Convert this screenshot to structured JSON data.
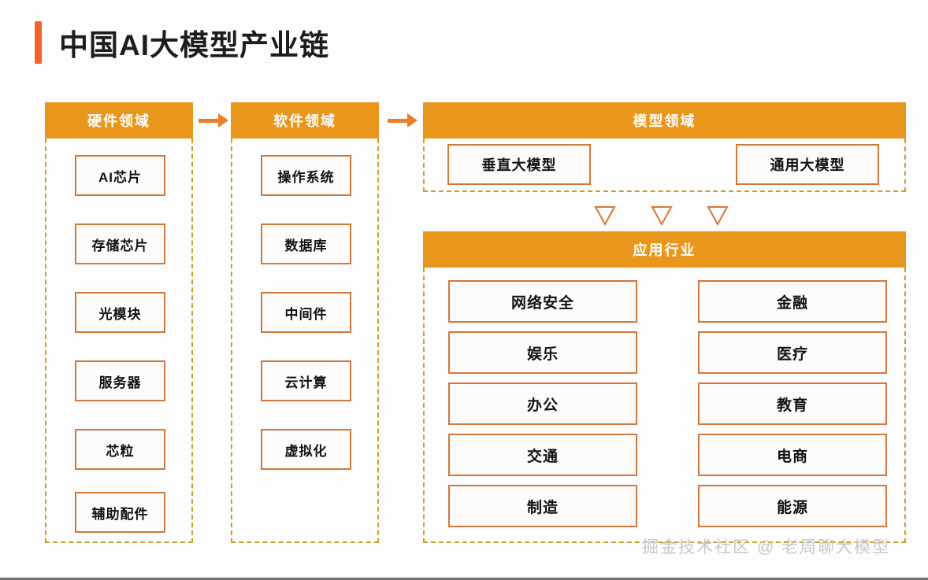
{
  "page": {
    "title": "中国AI大模型产业链",
    "accent_bar_color": "#F4612A",
    "header_fill": "#E8971C",
    "card_border": "#D0793E",
    "dashed_border": "#C9A02C",
    "arrow_color": "#ED7D26",
    "watermark": "掘金技术社区 @ 老周聊大模型"
  },
  "sections": {
    "hardware": {
      "header": "硬件领域",
      "items": [
        {
          "label": "AI芯片"
        },
        {
          "label": "存储芯片"
        },
        {
          "label": "光模块"
        },
        {
          "label": "服务器"
        },
        {
          "label": "芯粒"
        },
        {
          "label": "辅助配件"
        }
      ]
    },
    "software": {
      "header": "软件领域",
      "items": [
        {
          "label": "操作系统"
        },
        {
          "label": "数据库"
        },
        {
          "label": "中间件"
        },
        {
          "label": "云计算"
        },
        {
          "label": "虚拟化"
        }
      ]
    },
    "model": {
      "header": "模型领域",
      "items": [
        {
          "label": "垂直大模型"
        },
        {
          "label": "通用大模型"
        }
      ]
    },
    "application": {
      "header": "应用行业",
      "left_items": [
        {
          "label": "网络安全"
        },
        {
          "label": "娱乐"
        },
        {
          "label": "办公"
        },
        {
          "label": "交通"
        },
        {
          "label": "制造"
        }
      ],
      "right_items": [
        {
          "label": "金融"
        },
        {
          "label": "医疗"
        },
        {
          "label": "教育"
        },
        {
          "label": "电商"
        },
        {
          "label": "能源"
        }
      ]
    }
  },
  "connectors": {
    "hardware_to_software": "arrow-right",
    "software_to_model": "arrow-right",
    "model_to_application": [
      "triangle-down",
      "triangle-down",
      "triangle-down"
    ]
  }
}
